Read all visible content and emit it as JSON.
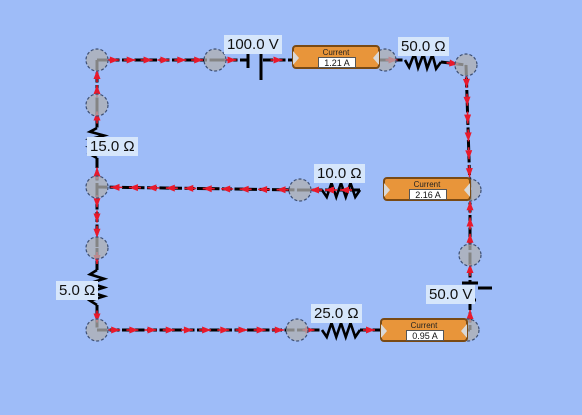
{
  "colors": {
    "background": "#9ebcf8",
    "wire": "#000000",
    "electron_arrow": "#e8192c",
    "junction_fill": "#b0b0b0",
    "junction_ring": "#3d4f73",
    "ammeter_body": "#e8953a",
    "label_bg": "#d6e6fb"
  },
  "components": {
    "battery_top_label": "100.0 V",
    "battery_right_label": "50.0 V",
    "resistor_top_right_label": "50.0 Ω",
    "resistor_left_upper_label": "15.0 Ω",
    "resistor_middle_label": "10.0 Ω",
    "resistor_left_lower_label": "5.0 Ω",
    "resistor_bottom_label": "25.0 Ω"
  },
  "ammeters": [
    {
      "title": "Current",
      "value": "1.21 A"
    },
    {
      "title": "Current",
      "value": "2.16 A"
    },
    {
      "title": "Current",
      "value": "0.95 A"
    }
  ],
  "icons": {
    "junction": "junction-node-icon",
    "resistor": "resistor-zigzag-icon",
    "battery": "battery-icon",
    "arrow": "electron-flow-arrow-icon"
  }
}
